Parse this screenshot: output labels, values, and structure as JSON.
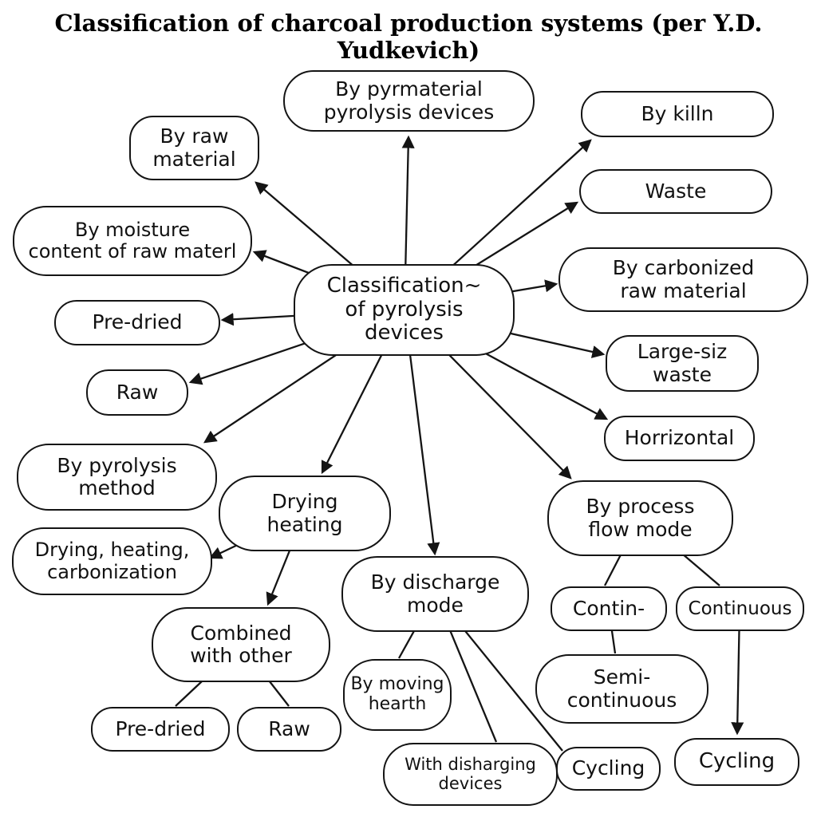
{
  "header": {
    "title": "Classification of charcoal production systems (per Y.D. Yudkevich)"
  },
  "colors": {
    "background": "#ffffff",
    "node_fill": "#ffffff",
    "node_border": "#141414",
    "line": "#141414",
    "text": "#111111"
  },
  "nodes": [
    {
      "id": "by-pyrmaterial-pyrolysis-devices",
      "label": "By pyrmaterial\npyrolysis devices"
    },
    {
      "id": "by-kiln",
      "label": "By killn"
    },
    {
      "id": "by-raw-material",
      "label": "By raw\nmaterial"
    },
    {
      "id": "waste",
      "label": "Waste"
    },
    {
      "id": "by-moisture-content",
      "label": "By moisture\ncontent of raw materl"
    },
    {
      "id": "by-carbonized-raw-material",
      "label": "By carbonized\nraw material"
    },
    {
      "id": "classification-of-pyrolysis-devices",
      "label": "Classification~\nof pyrolysis\ndevices"
    },
    {
      "id": "pre-dried-left",
      "label": "Pre-dried"
    },
    {
      "id": "large-size-waste",
      "label": "Large-siz\nwaste"
    },
    {
      "id": "raw-left",
      "label": "Raw"
    },
    {
      "id": "horizontal",
      "label": "Horrizontal"
    },
    {
      "id": "by-pyrolysis-method",
      "label": "By pyrolysis\nmethod"
    },
    {
      "id": "drying-heating",
      "label": "Drying\nheating"
    },
    {
      "id": "by-process-flow-mode",
      "label": "By process\nflow mode"
    },
    {
      "id": "drying-heating-carbonization",
      "label": "Drying, heating,\ncarbonization"
    },
    {
      "id": "by-discharge-mode",
      "label": "By discharge\nmode"
    },
    {
      "id": "contin",
      "label": "Contin-"
    },
    {
      "id": "continuous",
      "label": "Continuous"
    },
    {
      "id": "combined-with-other",
      "label": "Combined\nwith other"
    },
    {
      "id": "by-moving-hearth",
      "label": "By moving\nhearth"
    },
    {
      "id": "semi-continuous",
      "label": "Semi-\ncontinuous"
    },
    {
      "id": "pre-dried-bottom",
      "label": "Pre-dried"
    },
    {
      "id": "raw-bottom",
      "label": "Raw"
    },
    {
      "id": "with-discharging-devices",
      "label": "With disharging\ndevices"
    },
    {
      "id": "cycling-mid",
      "label": "Cycling"
    },
    {
      "id": "cycling-right",
      "label": "Cycling"
    }
  ],
  "edges": [
    {
      "from": "classification-of-pyrolysis-devices",
      "to": "by-pyrmaterial-pyrolysis-devices",
      "arrow": true
    },
    {
      "from": "classification-of-pyrolysis-devices",
      "to": "by-kiln",
      "arrow": true
    },
    {
      "from": "classification-of-pyrolysis-devices",
      "to": "waste",
      "arrow": true
    },
    {
      "from": "classification-of-pyrolysis-devices",
      "to": "by-carbonized-raw-material",
      "arrow": true
    },
    {
      "from": "classification-of-pyrolysis-devices",
      "to": "large-size-waste",
      "arrow": true
    },
    {
      "from": "classification-of-pyrolysis-devices",
      "to": "horizontal",
      "arrow": true
    },
    {
      "from": "classification-of-pyrolysis-devices",
      "to": "by-process-flow-mode",
      "arrow": true
    },
    {
      "from": "classification-of-pyrolysis-devices",
      "to": "by-discharge-mode",
      "arrow": true
    },
    {
      "from": "classification-of-pyrolysis-devices",
      "to": "drying-heating",
      "arrow": true
    },
    {
      "from": "classification-of-pyrolysis-devices",
      "to": "by-pyrolysis-method",
      "arrow": true
    },
    {
      "from": "classification-of-pyrolysis-devices",
      "to": "raw-left",
      "arrow": true
    },
    {
      "from": "classification-of-pyrolysis-devices",
      "to": "pre-dried-left",
      "arrow": true
    },
    {
      "from": "classification-of-pyrolysis-devices",
      "to": "by-moisture-content",
      "arrow": true
    },
    {
      "from": "classification-of-pyrolysis-devices",
      "to": "by-raw-material",
      "arrow": true
    },
    {
      "from": "drying-heating",
      "to": "drying-heating-carbonization",
      "arrow": true
    },
    {
      "from": "drying-heating",
      "to": "combined-with-other",
      "arrow": true
    },
    {
      "from": "combined-with-other",
      "to": "pre-dried-bottom",
      "arrow": false
    },
    {
      "from": "combined-with-other",
      "to": "raw-bottom",
      "arrow": false
    },
    {
      "from": "by-discharge-mode",
      "to": "by-moving-hearth",
      "arrow": false
    },
    {
      "from": "by-discharge-mode",
      "to": "with-discharging-devices",
      "arrow": false
    },
    {
      "from": "by-discharge-mode",
      "to": "cycling-mid",
      "arrow": false
    },
    {
      "from": "by-process-flow-mode",
      "to": "contin",
      "arrow": false
    },
    {
      "from": "by-process-flow-mode",
      "to": "continuous",
      "arrow": false
    },
    {
      "from": "contin",
      "to": "semi-continuous",
      "arrow": false
    },
    {
      "from": "continuous",
      "to": "cycling-right",
      "arrow": true
    }
  ]
}
